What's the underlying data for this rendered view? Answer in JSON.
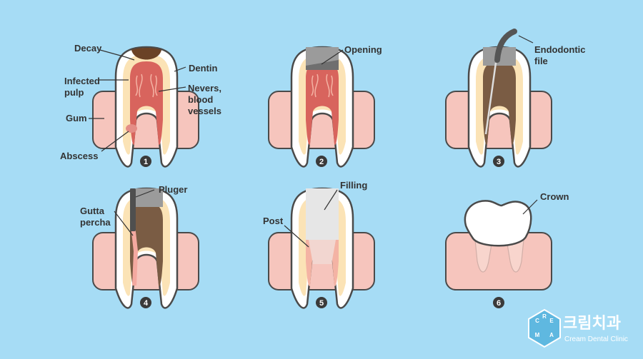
{
  "colors": {
    "background": "#a6dcf5",
    "gum": "#f6c5bd",
    "outline": "#4a4a4a",
    "enamel": "#ffffff",
    "dentin": "#fbe3b6",
    "pulp": "#d8645d",
    "nerve": "#f4b3a4",
    "decay": "#6b4226",
    "cleaned": "#7a5c44",
    "tool": "#555555",
    "filling": "#e6e6e6",
    "badge": "#3a3a3a"
  },
  "steps": [
    {
      "number": "1",
      "labels": [
        "Decay",
        "Dentin",
        "Infected",
        "pulp",
        "Nevers,",
        "blood",
        "vessels",
        "Gum",
        "Abscess"
      ]
    },
    {
      "number": "2",
      "labels": [
        "Opening"
      ]
    },
    {
      "number": "3",
      "labels": [
        "Endodontic",
        "file"
      ]
    },
    {
      "number": "4",
      "labels": [
        "Pluger",
        "Gutta",
        "percha"
      ]
    },
    {
      "number": "5",
      "labels": [
        "Filling",
        "Post"
      ]
    },
    {
      "number": "6",
      "labels": [
        "Crown"
      ]
    }
  ],
  "brand": {
    "name": "크림치과",
    "subtitle": "Cream Dental Clinic",
    "logo_letters": [
      "C",
      "R",
      "E",
      "A",
      "M"
    ]
  }
}
